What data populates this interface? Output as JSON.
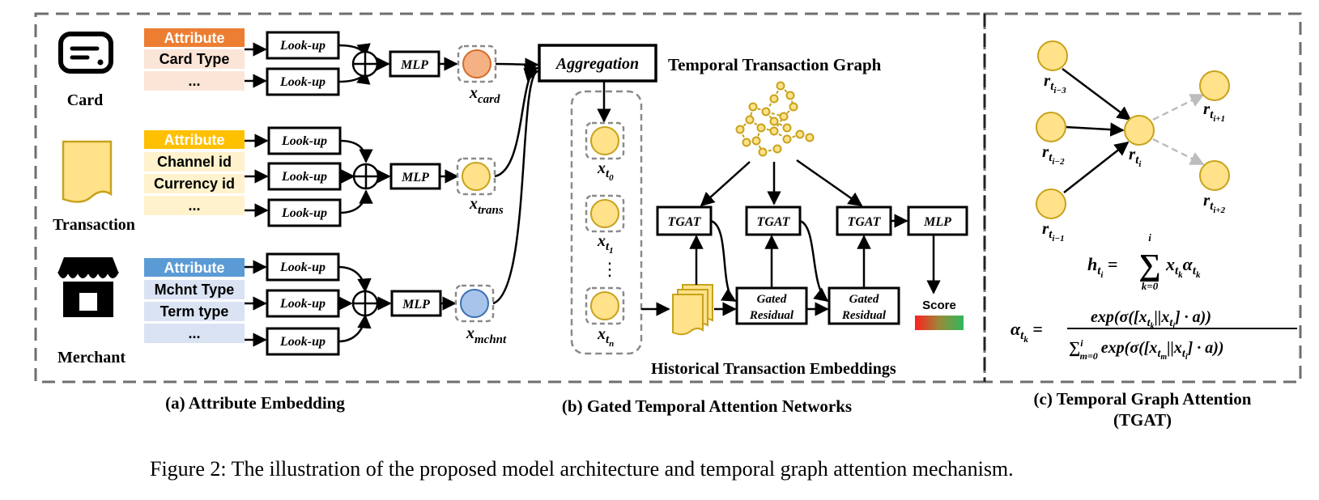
{
  "panels": {
    "a_title": "(a) Attribute Embedding",
    "b_title": "(b) Gated Temporal Attention Networks",
    "c_title_line1": "(c) Temporal Graph Attention",
    "c_title_line2": "(TGAT)"
  },
  "entities": [
    {
      "name": "Card",
      "rows": [
        "Attribute",
        "Card Type",
        "..."
      ],
      "embedding_base": "x",
      "embedding_sub": "card"
    },
    {
      "name": "Transaction",
      "rows": [
        "Attribute",
        "Channel id",
        "Currency id",
        "..."
      ],
      "embedding_base": "x",
      "embedding_sub": "trans"
    },
    {
      "name": "Merchant",
      "rows": [
        "Attribute",
        "Mchnt Type",
        "Term type",
        "..."
      ],
      "embedding_base": "x",
      "embedding_sub": "mchnt"
    }
  ],
  "box_labels": {
    "lookup": "Look-up",
    "mlp": "MLP",
    "aggregation": "Aggregation",
    "tgat": "TGAT",
    "gated_line1": "Gated",
    "gated_line2": "Residual",
    "score": "Score"
  },
  "labels": {
    "temporal_graph": "Temporal Transaction Graph",
    "historical": "Historical Transaction Embeddings",
    "xt_base": "x",
    "xt_subs": [
      "t",
      "t",
      "t"
    ],
    "xt_sub_subs": [
      "0",
      "1",
      "n"
    ],
    "vdots": "⋮"
  },
  "tgat_nodes": {
    "base": "r",
    "sub": "t",
    "items": [
      {
        "subsub": "i−3"
      },
      {
        "subsub": "i−2"
      },
      {
        "subsub": "i−1"
      },
      {
        "subsub": "i"
      },
      {
        "subsub": "i+1"
      },
      {
        "subsub": "i+2"
      }
    ]
  },
  "equations": {
    "h_lhs": "h",
    "h_lhs_sub": "t",
    "h_lhs_subsub": "i",
    "h_sum_top": "i",
    "h_sum_bottom": "k=0",
    "h_rhs": "x",
    "h_rhs_sub": "t",
    "h_rhs_subsub": "k",
    "h_alpha": "α",
    "alpha_lhs": "α",
    "alpha_num": "exp(σ([x",
    "alpha_num_tail": "||x",
    "alpha_num_end": "] · a))",
    "alpha_den_sum": "∑",
    "alpha_den_sum_top": "i",
    "alpha_den_sum_bottom": "m=0",
    "alpha_den_exp": "exp",
    "alpha_den_body": "(σ([x",
    "alpha_den_tail": "||x",
    "alpha_den_end": "] · a))"
  },
  "caption": "Figure 2: The illustration of the proposed model architecture and temporal graph attention mechanism.",
  "colors": {
    "card_attr": "#ED7D31",
    "card_rows": "#FBE5D6",
    "trans_attr": "#FFC000",
    "trans_rows": "#FFF2CC",
    "mchnt_attr": "#5B9BD5",
    "mchnt_rows": "#DAE3F3",
    "node_yellow": "#FFE28A",
    "node_orange": "#F4B183",
    "node_blue": "#A9C4EB",
    "gold_stroke": "#C8A21B",
    "dash_gray": "#6f6f6f"
  }
}
